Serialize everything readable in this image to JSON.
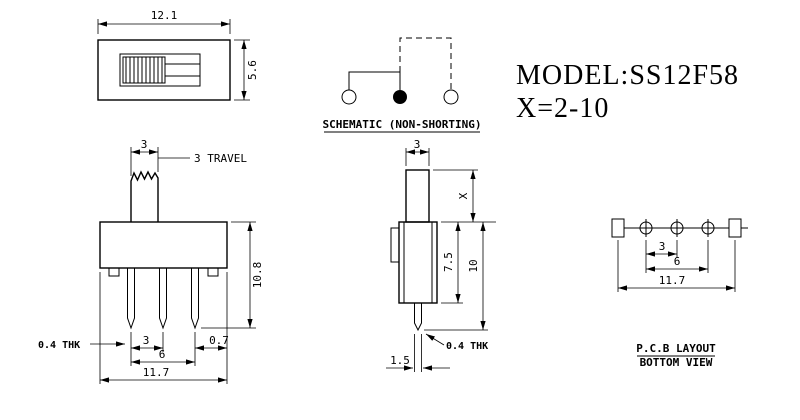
{
  "header": {
    "model": "MODEL:SS12F58",
    "x_range": "X=2-10"
  },
  "schematic": {
    "caption": "SCHEMATIC (NON-SHORTING)"
  },
  "top_view": {
    "dim_width": "12.1",
    "dim_height": "5.6"
  },
  "front_view": {
    "dim_knob": "3",
    "dim_travel": "3 TRAVEL",
    "dim_height": "10.8",
    "dim_thk": "0.4 THK",
    "dim_pitch": "3",
    "dim_span": "6",
    "dim_offset": "0.7",
    "dim_width": "11.7"
  },
  "side_view": {
    "dim_knob": "3",
    "dim_x": "X",
    "dim_body": "7.5",
    "dim_total": "10",
    "dim_thk": "0.4 THK",
    "dim_pin": "1.5"
  },
  "pcb_view": {
    "dim_pitch": "3",
    "dim_span": "6",
    "dim_width": "11.7",
    "caption_line1": "P.C.B LAYOUT",
    "caption_line2": "BOTTOM VIEW"
  },
  "colors": {
    "ink": "#000000",
    "paper": "#ffffff"
  }
}
